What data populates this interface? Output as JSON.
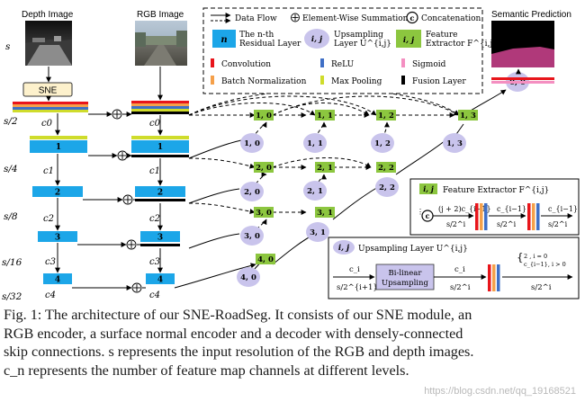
{
  "inputs": {
    "depth_image_title": "Depth Image",
    "rgb_image_title": "RGB Image",
    "sne_label": "SNE",
    "output_title": "Semantic Prediction"
  },
  "scales": [
    "s",
    "s/2",
    "s/4",
    "s/8",
    "s/16",
    "s/32"
  ],
  "channels": [
    "c0",
    "c0",
    "c1",
    "c1",
    "c2",
    "c2",
    "c3",
    "c3",
    "c4",
    "c4"
  ],
  "encoder_layer_numbers": [
    "1",
    "1",
    "2",
    "2",
    "3",
    "3",
    "4",
    "4"
  ],
  "feature_extractors": [
    "1, 0",
    "1, 1",
    "1, 2",
    "1, 3",
    "2, 0",
    "2, 1",
    "2, 2",
    "3, 0",
    "3, 1",
    "4, 0"
  ],
  "upsampling_layers": [
    "1, 0",
    "1, 1",
    "1, 2",
    "1, 3",
    "2, 0",
    "2, 1",
    "2, 2",
    "3, 0",
    "3, 1",
    "4, 0",
    "0, 0"
  ],
  "legend": {
    "data_flow": "Data Flow",
    "element_sum": "Element-Wise Summation",
    "concat": "Concatenation",
    "residual_icon": "n",
    "residual_line1": "The n-th",
    "residual_line2": "Residual Layer",
    "upsampling_icon": "i, j",
    "upsampling_line1": "Upsampling",
    "upsampling_line2": "Layer U^{i,j}",
    "feature_icon": "i, j",
    "feature_line1": "Feature",
    "feature_line2": "Extractor F^{i,j}",
    "convolution": "Convolution",
    "relu": "ReLU",
    "sigmoid": "Sigmoid",
    "batch_norm": "Batch Normalization",
    "max_pooling": "Max Pooling",
    "fusion_layer": "Fusion Layer"
  },
  "colors": {
    "convolution": "#e8151b",
    "batch_norm": "#f5a04a",
    "relu": "#3f6fc6",
    "max_pooling": "#cfdc2b",
    "sigmoid": "#f48fc1",
    "fusion": "#000000",
    "residual": "#1ca6e8",
    "feature_extractor": "#8cc63f",
    "upsampling": "#c9c4ec",
    "sne_fill": "#fdf1cc"
  },
  "feature_extractor_detail": {
    "icon": "i, j",
    "title": "Feature Extractor F^{i,j}",
    "in_channels": "(j + 2)c_{i−1}",
    "in_size": "s/2^i",
    "mid_channels": "c_{i−1}",
    "mid_size": "s/2^i",
    "out_channels": "c_{i−1}",
    "out_size": "s/2^i",
    "concat_symbol": "c"
  },
  "upsampling_detail": {
    "icon": "i, j",
    "title": "Upsampling Layer U^{i,j}",
    "in_channels": "c_i",
    "in_size": "s/2^{i+1}",
    "block_line1": "Bi-linear",
    "block_line2": "Upsampling",
    "mid_channels": "c_i",
    "mid_size": "s/2^i",
    "case_top": "2 , i = 0",
    "case_bottom": "c_{i−1}, i > 0",
    "out_size": "s/2^i"
  },
  "caption": [
    "Fig. 1: The architecture of our SNE-RoadSeg. It consists of our SNE module, an",
    "RGB encoder, a surface normal encoder and a decoder with densely-connected",
    "skip connections. s represents the input resolution of the RGB and depth images.",
    "c_n represents the number of feature map channels at different levels."
  ],
  "watermark": "https://blog.csdn.net/qq_19168521"
}
